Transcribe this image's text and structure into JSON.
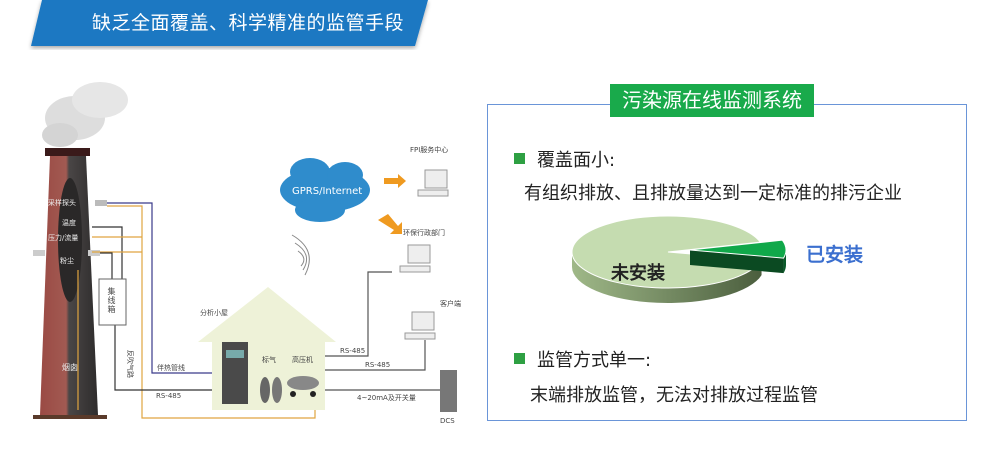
{
  "banner": {
    "title": "缺乏全面覆盖、科学精准的监管手段",
    "color": "#1a78c2"
  },
  "diagram": {
    "cloud_label": "GPRS/Internet",
    "chimney_label": "烟囱",
    "sensors": [
      "采样探头",
      "温度",
      "压力/流量",
      "粉尘"
    ],
    "junction_box": "集线箱",
    "backflush": "反吹气路",
    "heat_line": "伴热管线",
    "house_label": "分析小屋",
    "gas_label": "标气",
    "compressor_label": "高压机",
    "rs485_left": "RS-485",
    "rs485_a": "RS-485",
    "rs485_b": "RS-485",
    "analog": "4~20mA及开关量",
    "fpi": "FPI服务中心",
    "epa": "环保行政部门",
    "client": "客户端",
    "dcs": "DCS"
  },
  "panel": {
    "title": "污染源在线监测系统",
    "title_color": "#19aa4b",
    "point1_heading": "覆盖面小:",
    "point1_text": "有组织排放、且排放量达到一定标准的排污企业",
    "point2_heading": "监管方式单一:",
    "point2_text": "末端排放监管，无法对排放过程监管"
  },
  "chart_data": {
    "type": "pie",
    "slices": [
      {
        "name": "未安装",
        "value": 92,
        "color": "#c5dcb0"
      },
      {
        "name": "已安装",
        "value": 8,
        "color": "#10a84a"
      }
    ]
  }
}
